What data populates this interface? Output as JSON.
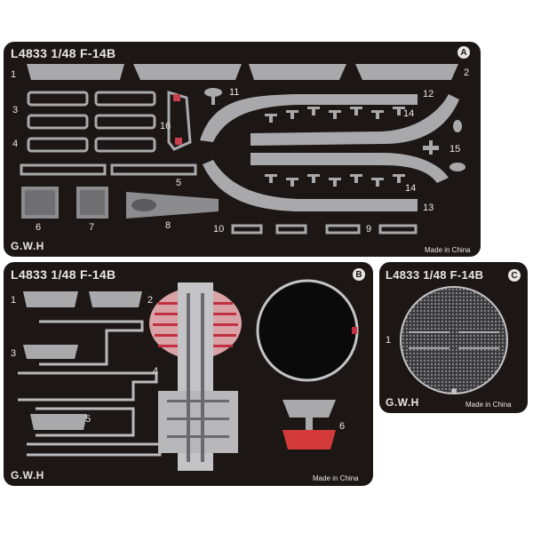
{
  "fret_a": {
    "title": "L4833 1/48 F-14B",
    "badge": "A",
    "logo": "G.W.H",
    "made_in": "Made in China",
    "labels": [
      "1",
      "2",
      "3",
      "4",
      "5",
      "6",
      "7",
      "8",
      "9",
      "10",
      "11",
      "12",
      "13",
      "14",
      "14",
      "15",
      "16"
    ]
  },
  "fret_b": {
    "title": "L4833 1/48 F-14B",
    "badge": "B",
    "logo": "G.W.H",
    "made_in": "Made in China",
    "labels": [
      "1",
      "2",
      "3",
      "4",
      "5",
      "6"
    ]
  },
  "fret_c": {
    "title": "L4833 1/48 F-14B",
    "badge": "C",
    "logo": "G.W.H",
    "made_in": "Made in China",
    "labels": [
      "1"
    ]
  },
  "colors": {
    "fret": "#1c1715",
    "part": "#a9a9ab",
    "part_dark": "#8c8c8e",
    "red_part": "#d43a3a",
    "text": "#e9e6e2"
  }
}
